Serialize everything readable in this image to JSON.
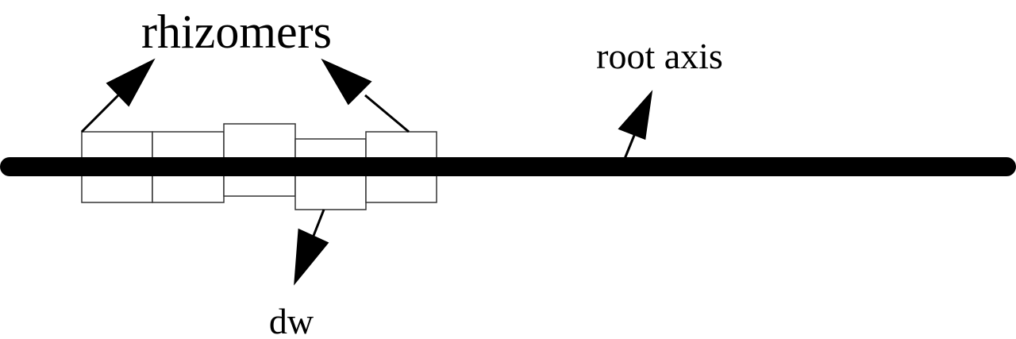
{
  "labels": {
    "rhizomers": "rhizomers",
    "root_axis": "root axis",
    "dw": "dw"
  },
  "colors": {
    "stroke": "#000000",
    "box_stroke": "#333333",
    "background": "#ffffff"
  }
}
